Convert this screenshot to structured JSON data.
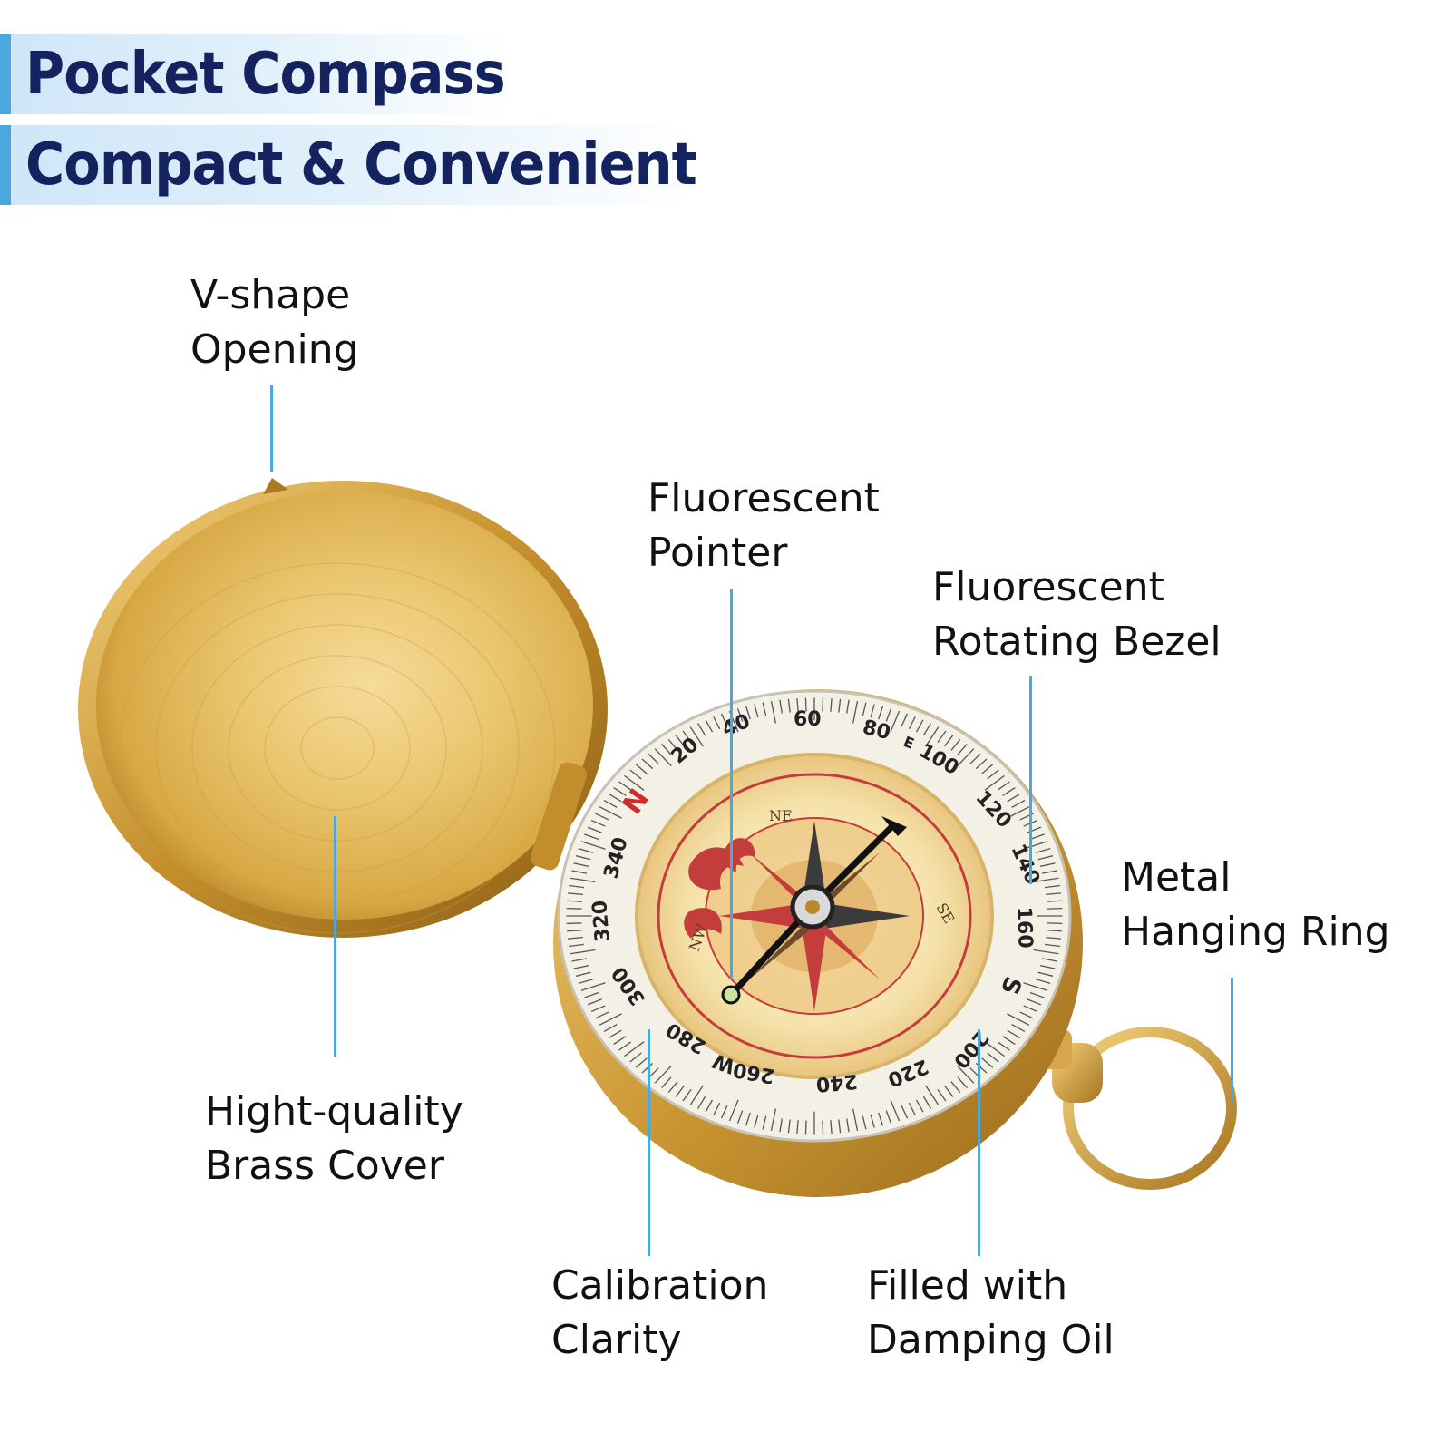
{
  "header": {
    "title": "Pocket Compass",
    "subtitle": "Compact & Convenient"
  },
  "callouts": {
    "v_shape": {
      "line1": "V-shape",
      "line2": "Opening"
    },
    "brass_cover": {
      "line1": "Hight-quality",
      "line2": "Brass Cover"
    },
    "pointer": {
      "line1": "Fluorescent",
      "line2": "Pointer"
    },
    "bezel": {
      "line1": "Fluorescent",
      "line2": "Rotating Bezel"
    },
    "ring": {
      "line1": "Metal",
      "line2": "Hanging Ring"
    },
    "calibration": {
      "line1": "Calibration",
      "line2": "Clarity"
    },
    "oil": {
      "line1": "Filled with",
      "line2": "Damping Oil"
    }
  },
  "compass": {
    "bezel_numbers": [
      "20",
      "40",
      "60",
      "80",
      "100",
      "120",
      "140",
      "160",
      "200",
      "220",
      "240",
      "260",
      "280",
      "300",
      "320",
      "340"
    ],
    "bezel_letters": {
      "north": "N",
      "east": "E",
      "south": "S",
      "west": "W"
    },
    "dial_letters": {
      "ne": "NE",
      "se": "SE",
      "nw": "NW"
    }
  },
  "colors": {
    "accent": "#4aa8e0",
    "title": "#14225f",
    "brass": "#c9a243",
    "north_marker": "#d22a2a"
  }
}
